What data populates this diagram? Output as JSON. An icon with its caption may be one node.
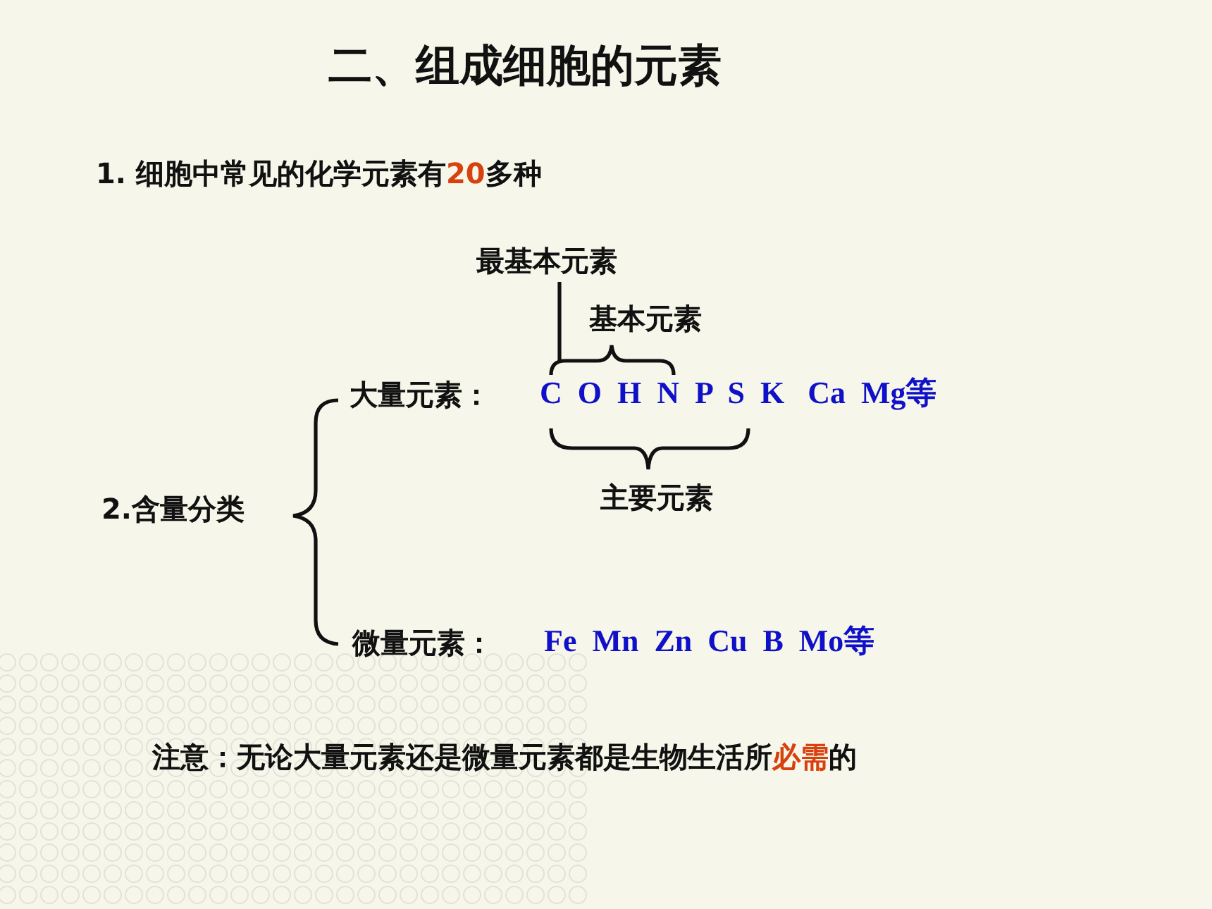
{
  "diagram": {
    "title": "二、组成细胞的元素",
    "labels": [
      "1. 细胞中常见的化学元素有**20**多种",
      "最基本元素",
      "基本元素",
      "大量元素：",
      "C  O  H  N  P  S  K   Ca  Mg等",
      "主要元素",
      "2.含量分类",
      "微量元素：",
      "Fe  Mn  Zn  Cu  B  Mo等",
      "注意：无论大量元素还是微量元素都是生物生活所**必需**的"
    ]
  }
}
